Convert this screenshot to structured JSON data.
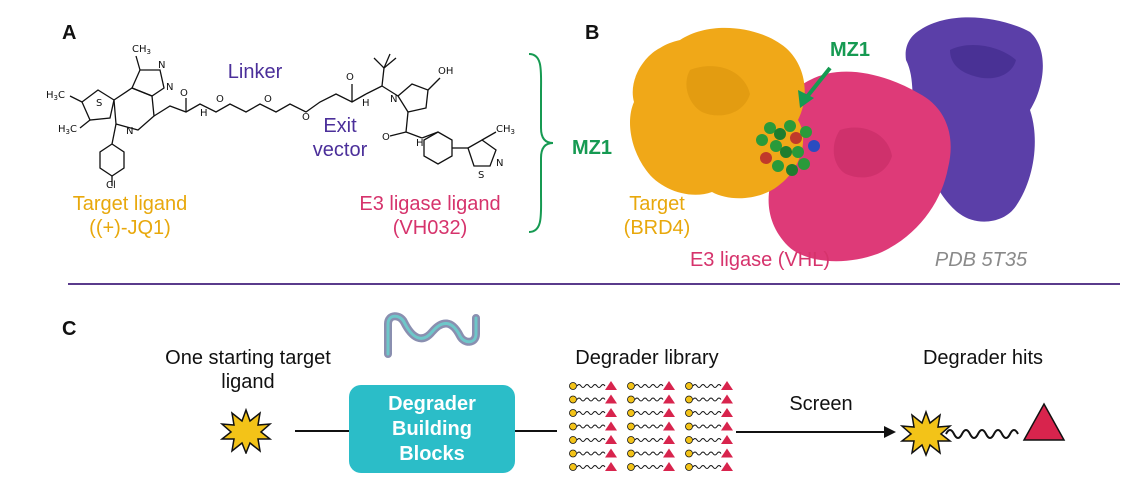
{
  "panels": {
    "a": "A",
    "b": "B",
    "c": "C"
  },
  "panel_a": {
    "linker_label": "Linker",
    "exit_vector_label": [
      "Exit",
      "vector"
    ],
    "target_ligand_label": [
      "Target ligand",
      "((+)-JQ1)"
    ],
    "e3_ligand_label": [
      "E3 ligase ligand",
      "(VH032)"
    ],
    "molecule_label": "MZ1"
  },
  "panel_b": {
    "mz1_label": "MZ1",
    "target_label": [
      "Target",
      "(BRD4)"
    ],
    "e3_label": "E3 ligase (VHL)",
    "pdb_label": "PDB 5T35"
  },
  "panel_c": {
    "starting_label": [
      "One starting target",
      "ligand"
    ],
    "building_blocks": [
      "Degrader",
      "Building",
      "Blocks"
    ],
    "library_label": "Degrader library",
    "screen_label": "Screen",
    "hits_label": "Degrader hits"
  },
  "colors": {
    "target": "#e8a80c",
    "e3": "#d6336c",
    "linker": "#4b2f9a",
    "mz1": "#169a52",
    "building_blocks": "#2bbdc8",
    "vhl_partner": "#5b3fa8"
  }
}
